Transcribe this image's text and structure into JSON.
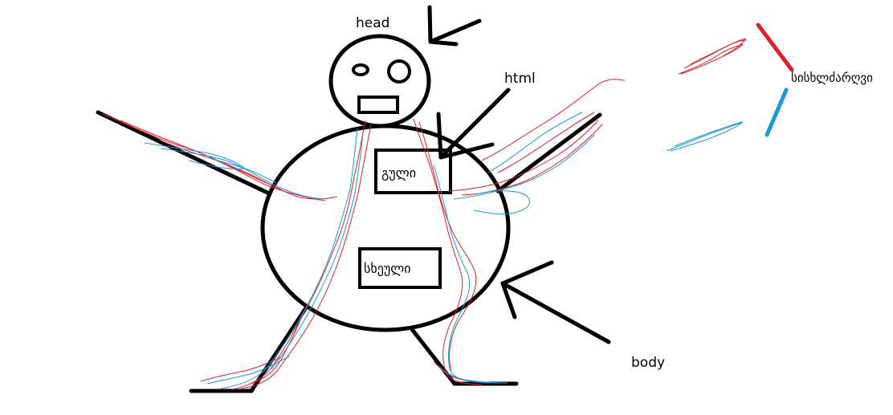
{
  "labels": {
    "head": "head",
    "html": "html",
    "body": "body",
    "heart": "გული",
    "body_box": "სხეული",
    "blood_vessels": "სისხლძარღვი"
  },
  "colors": {
    "ink": "#000000",
    "vein_red": "#e0202a",
    "vein_blue": "#1a9ad8",
    "background": "#ffffff"
  }
}
